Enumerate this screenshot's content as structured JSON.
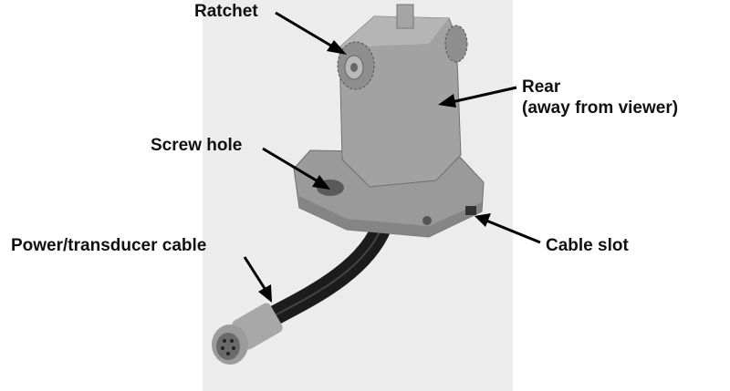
{
  "labels": {
    "ratchet": "Ratchet",
    "rear_line1": "Rear",
    "rear_line2": "(away from viewer)",
    "screw_hole": "Screw hole",
    "power_cable": "Power/transducer cable",
    "cable_slot": "Cable slot"
  },
  "colors": {
    "mount": "#9a9a9a",
    "cable": "#1c1c1c",
    "photo_bg": "#ececec",
    "arrow": "#000000"
  }
}
